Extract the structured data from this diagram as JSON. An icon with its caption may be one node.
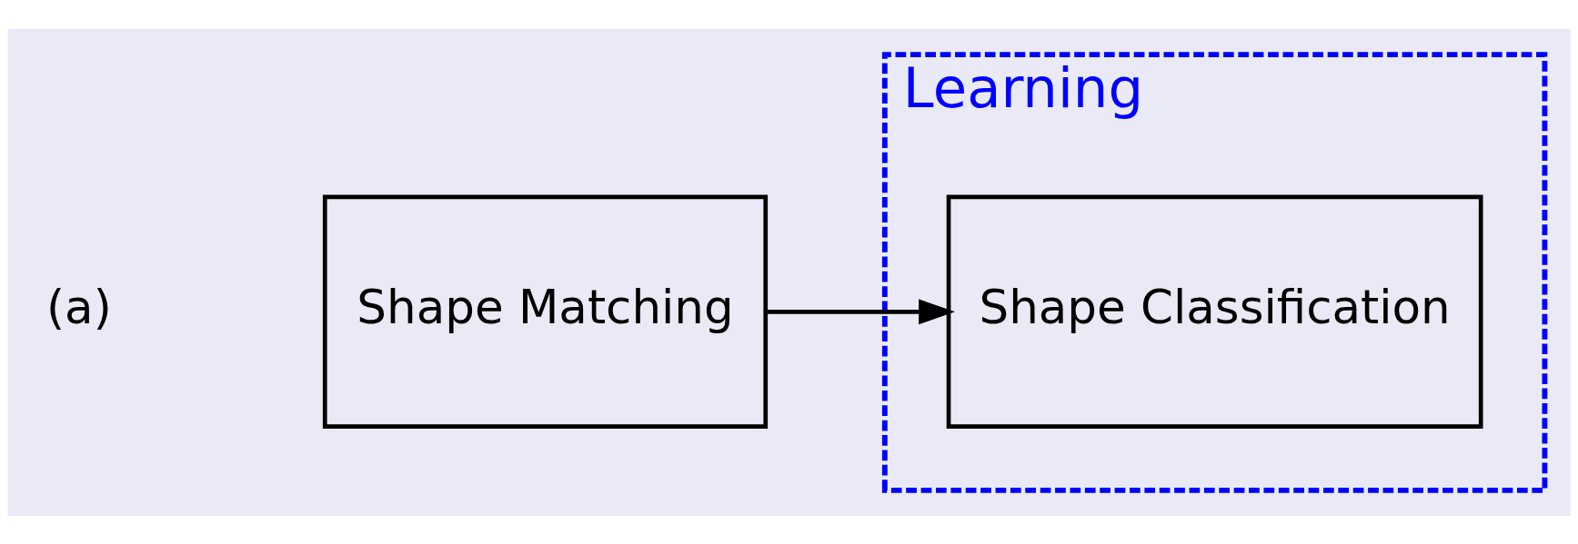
{
  "diagram": {
    "nodes": [
      {
        "text": [
          "Shape Matching"
        ]
      },
      {
        "text": [
          "Learning"
        ]
      },
      {
        "text": [
          "Shape Classification"
        ],
        "in": 1
      }
    ],
    "edges": [
      {
        "from": 0,
        "to": 2,
        "arrow": "to"
      }
    ],
    "labels": [
      "(a)"
    ]
  }
}
